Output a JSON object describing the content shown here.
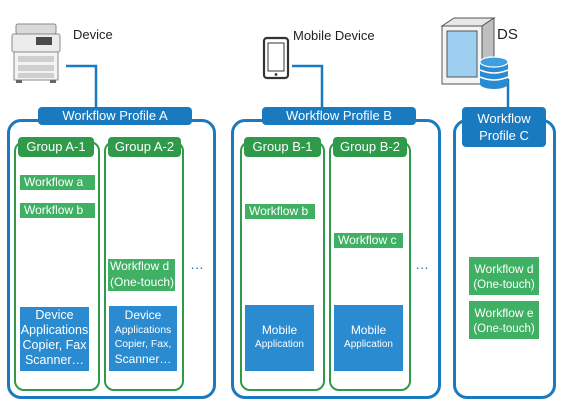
{
  "devices": {
    "device": "Device",
    "mobile": "Mobile Device",
    "ds": "DS"
  },
  "profiles": {
    "a": "Workflow Profile A",
    "b": "Workflow Profile B",
    "c": "Workflow\nProfile C"
  },
  "groups": {
    "a1": "Group A-1",
    "a2": "Group A-2",
    "b1": "Group B-1",
    "b2": "Group B-2"
  },
  "workflows": {
    "a": "Workflow a",
    "b": "Workflow b",
    "b_in_b1": "Workflow b",
    "c": "Workflow c",
    "d_a2": "Workflow d",
    "d_a2_sub": "(One-touch)",
    "d_c": "Workflow d",
    "d_c_sub": "(One-touch)",
    "e_c": "Workflow e",
    "e_c_sub": "(One-touch)"
  },
  "apps": {
    "a1_l1": "Device",
    "a1_l2": "Applications",
    "a1_l3": "Copier, Fax",
    "a1_l4": "Scanner…",
    "a2_l1": "Device",
    "a2_l2": "Applications",
    "a2_l3": "Copier,  Fax,",
    "a2_l4": "Scanner…",
    "b1_l1": "Mobile",
    "b1_l2": "Application",
    "b2_l1": "Mobile",
    "b2_l2": "Application"
  },
  "dots": "…"
}
